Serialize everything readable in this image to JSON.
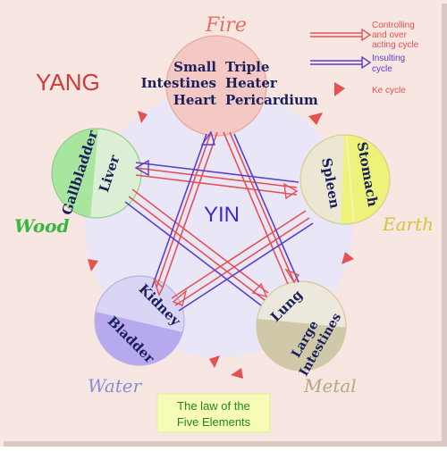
{
  "legend": {
    "controlling": "Controlling and over acting cycle",
    "controlling_lines": [
      "Controlling",
      "and over",
      "acting cycle"
    ],
    "insulting": "Insulting cycle",
    "insulting_lines": [
      "Insulting",
      "cycle"
    ],
    "ke": "Ke cycle"
  },
  "labels": {
    "yang": "YANG",
    "yin": "YIN",
    "title_lines": [
      "The law of the",
      "Five Elements"
    ]
  },
  "elements": {
    "fire": {
      "name": "Fire",
      "organs": [
        "Small Intestines Heart",
        "Triple Heater Pericardium"
      ],
      "text_lines": {
        "left": [
          "Small",
          "Intestines",
          "Heart"
        ],
        "right": [
          "Triple",
          "Heater",
          "Pericardium"
        ]
      }
    },
    "earth": {
      "name": "Earth",
      "organs": [
        "Spleen",
        "Stomach"
      ]
    },
    "metal": {
      "name": "Metal",
      "organs": [
        "Lung",
        "Large Intestines"
      ],
      "text_lines": {
        "outer": [
          "Large",
          "Intestines"
        ]
      }
    },
    "water": {
      "name": "Water",
      "organs": [
        "Kidney",
        "Bladder"
      ]
    },
    "wood": {
      "name": "Wood",
      "organs": [
        "Liver",
        "Gallbladder"
      ]
    }
  },
  "colors": {
    "background": "#f7e6e1",
    "inner_circle": "#e9e6f8",
    "red_arrow": "#e45252",
    "blue_arrow": "#5a3fc8",
    "fire_fill": "#f4c9c3",
    "earth_fill": "#edf27a",
    "metal_fill": "#cfc9a9",
    "water_fill": "#b7a9ee",
    "wood_fill": "#a8e6a0",
    "fire_label": "#e3715d",
    "wood_label": "#36b83f",
    "earth_label": "#d9c23a",
    "water_label": "#8a8ad6",
    "metal_label": "#b7a67e",
    "yang_label": "#d23a3a",
    "yin_label": "#3a2ad0",
    "title_bg": "#f7fbb8",
    "title_text": "#1d8a1d",
    "organ_text": "#1b1f5c"
  }
}
